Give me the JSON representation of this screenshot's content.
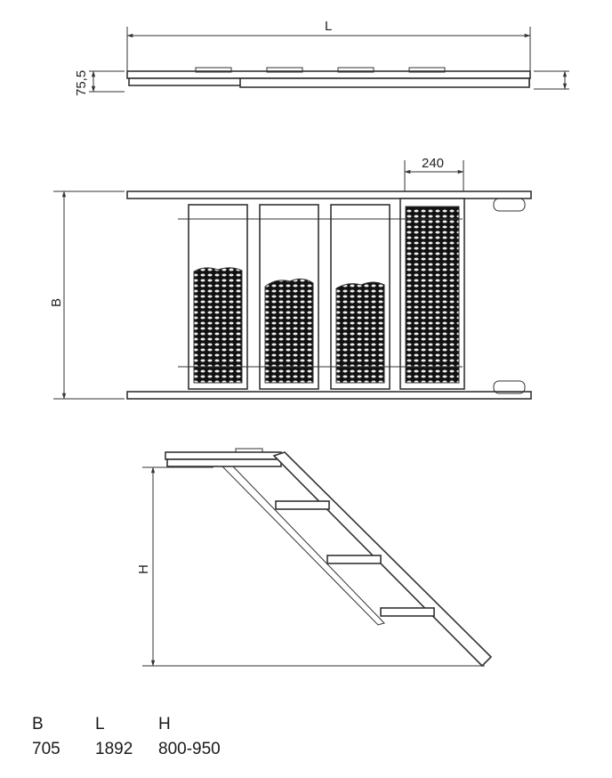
{
  "dimensions": {
    "length_label": "L",
    "height_thickness_label": "75,5",
    "width_label": "B",
    "step_width_label": "240",
    "height_label": "H"
  },
  "spec_table": {
    "headers": [
      "B",
      "L",
      "H"
    ],
    "values": [
      "705",
      "1892",
      "800-950"
    ]
  }
}
